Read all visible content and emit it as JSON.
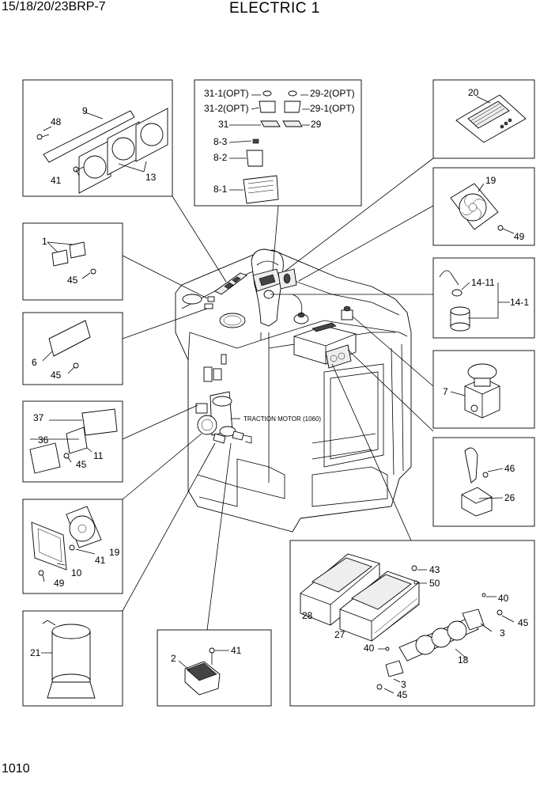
{
  "header": {
    "model": "15/18/20/23BRP-7",
    "title": "ELECTRIC 1"
  },
  "page_number": "1010",
  "callout": "TRACTION MOTOR (1060)",
  "labels": {
    "l9": "9",
    "l48": "48",
    "l41a": "41",
    "l13": "13",
    "l31_1": "31-1(OPT)",
    "l31_2": "31-2(OPT)",
    "l31": "31",
    "l29_2": "29-2(OPT)",
    "l29_1": "29-1(OPT)",
    "l29": "29",
    "l8_3": "8-3",
    "l8_2": "8-2",
    "l8_1": "8-1",
    "l20": "20",
    "l19a": "19",
    "l49a": "49",
    "l14_11": "14-11",
    "l14_1": "14-1",
    "l1": "1",
    "l45a": "45",
    "l6": "6",
    "l45b": "45",
    "l37": "37",
    "l36": "36",
    "l11": "11",
    "l45c": "45",
    "l7": "7",
    "l46": "46",
    "l26": "26",
    "l19b": "19",
    "l41b": "41",
    "l10": "10",
    "l49b": "49",
    "l21": "21",
    "l2": "2",
    "l41c": "41",
    "l43": "43",
    "l50": "50",
    "l28": "28",
    "l27": "27",
    "l40a": "40",
    "l45d": "45",
    "l3a": "3",
    "l40b": "40",
    "l18": "18",
    "l3b": "3",
    "l45e": "45"
  }
}
